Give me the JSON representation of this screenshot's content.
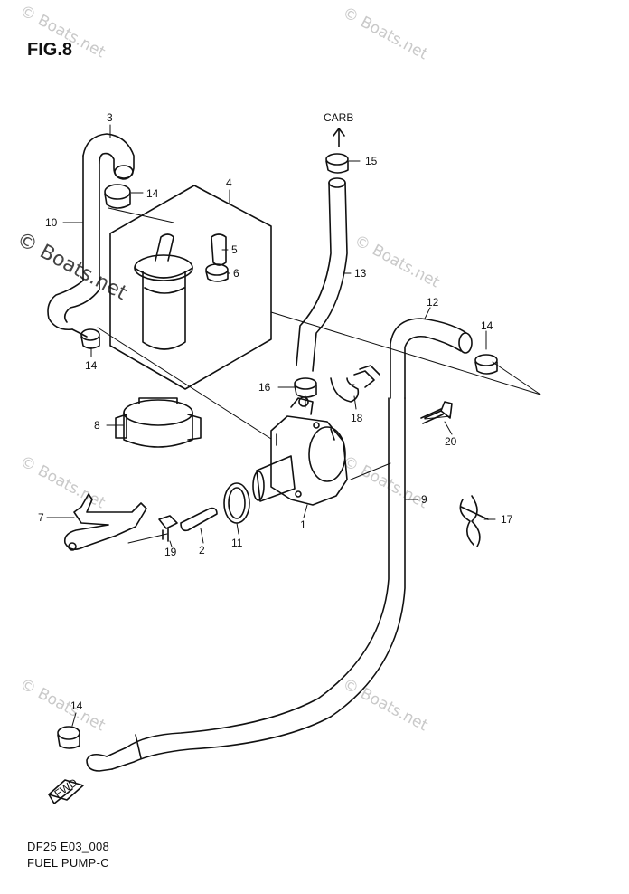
{
  "figure": {
    "title": "FIG.8"
  },
  "footer": {
    "code": "DF25 E03_008",
    "caption": "FUEL PUMP-C"
  },
  "watermark": "© Boats.net",
  "direction_labels": {
    "carb": "CARB",
    "fwd": "FWD"
  },
  "parts": {
    "p1": "1",
    "p2": "2",
    "p3": "3",
    "p4": "4",
    "p5": "5",
    "p6": "6",
    "p7": "7",
    "p8": "8",
    "p9": "9",
    "p10": "10",
    "p11": "11",
    "p12": "12",
    "p13": "13",
    "p14a": "14",
    "p14b": "14",
    "p14c": "14",
    "p14d": "14",
    "p15": "15",
    "p16": "16",
    "p17": "17",
    "p18": "18",
    "p19": "19",
    "p20": "20"
  },
  "colors": {
    "line": "#111111",
    "watermark": "#c9c9c9"
  }
}
